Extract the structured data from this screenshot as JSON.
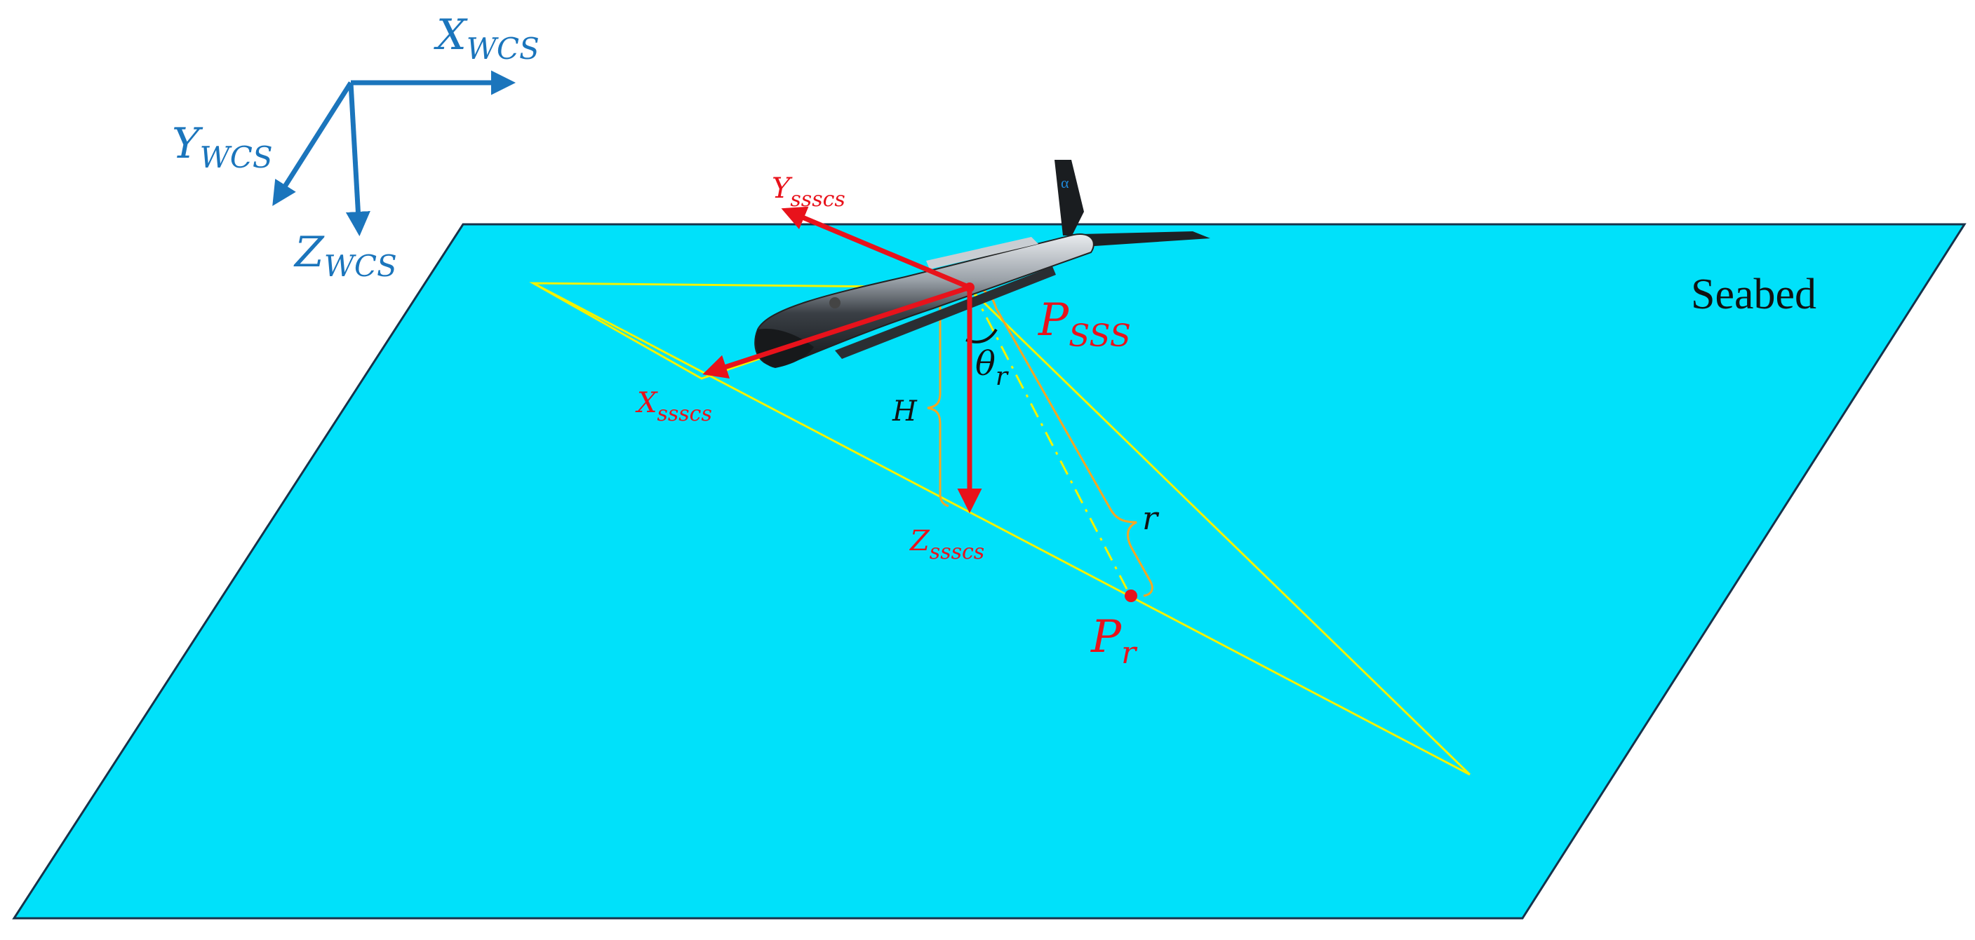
{
  "wcs_axes": {
    "x": {
      "main": "X",
      "sub": "WCS"
    },
    "y": {
      "main": "Y",
      "sub": "WCS"
    },
    "z": {
      "main": "Z",
      "sub": "WCS"
    }
  },
  "ssscs_axes": {
    "x": {
      "main": "X",
      "sub": "ssscs"
    },
    "y": {
      "main": "Y",
      "sub": "ssscs"
    },
    "z": {
      "main": "Z",
      "sub": "ssscs"
    }
  },
  "points": {
    "sonar": {
      "main": "P",
      "sub": "SSS"
    },
    "target": {
      "main": "P",
      "sub": "r"
    }
  },
  "measures": {
    "height": "H",
    "range": "r",
    "angle": {
      "main": "θ",
      "sub": "r"
    }
  },
  "surface_label": "Seabed",
  "colors": {
    "seabed": "#00e1fa",
    "wcs": "#1b75bc",
    "ssscs": "#e8121b",
    "beam": "#f2f200",
    "brace": "#f5a623"
  }
}
